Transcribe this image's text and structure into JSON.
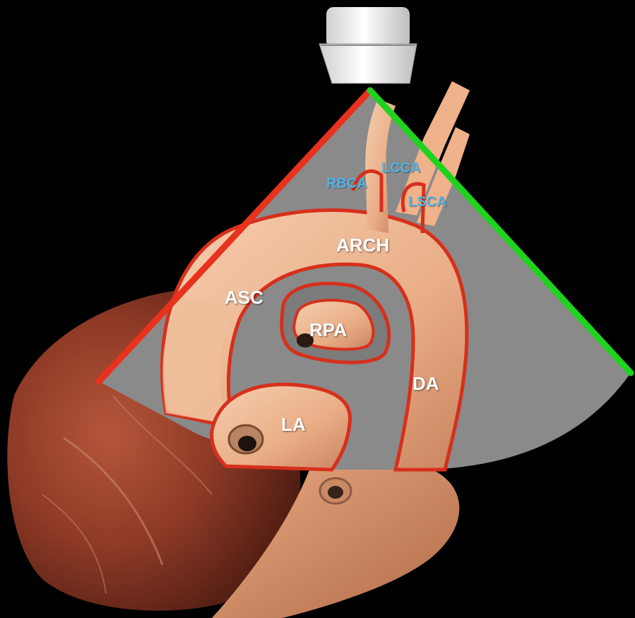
{
  "labels": {
    "lcca": "LCCA",
    "rbca": "RBCA",
    "lsca": "LSCA",
    "arch": "ARCH",
    "asc": "ASC",
    "rpa": "RPA",
    "da": "DA",
    "la": "LA"
  },
  "colors": {
    "background": "#000000",
    "imaging_sector": "#8a8a8a",
    "sector_left_edge": "#e8321e",
    "sector_right_edge": "#1ed21e",
    "vessel_outline": "#d6301c",
    "vessel": "#eab391",
    "branch_label": "#4fb3e8",
    "chamber_label": "#ffffff",
    "heart_muscle": "#8e3a26"
  }
}
